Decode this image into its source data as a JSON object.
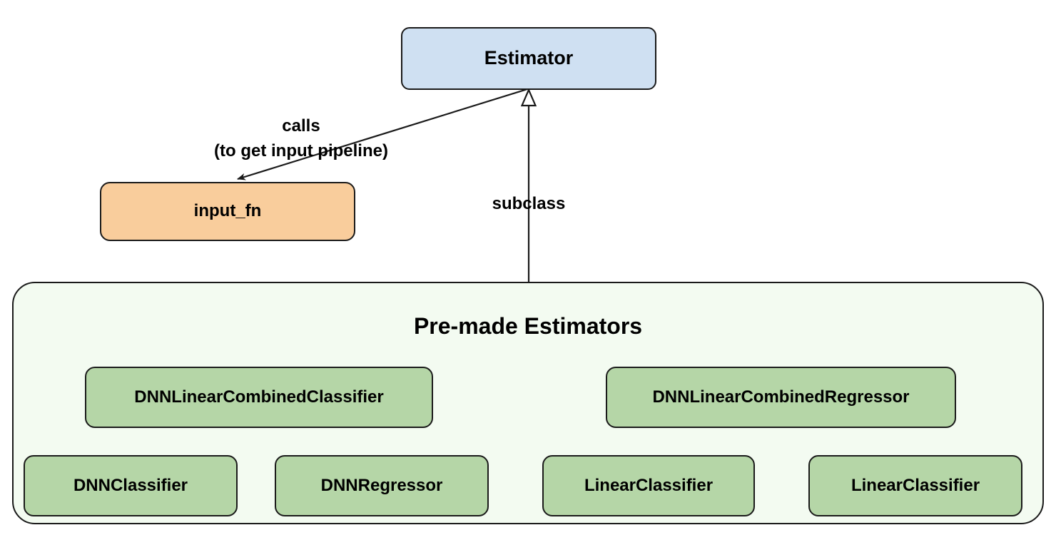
{
  "diagram": {
    "title_node": {
      "label": "Estimator",
      "fill": "#cfe0f2",
      "stroke": "#1a1a1a"
    },
    "input_node": {
      "label": "input_fn",
      "fill": "#f9cd9c",
      "stroke": "#1a1a1a"
    },
    "edges": [
      {
        "id": "calls",
        "from": "Estimator",
        "to": "input_fn",
        "label_line_1": "calls",
        "label_line_2": "(to get input pipeline)",
        "arrow_style": "solid-filled"
      },
      {
        "id": "subclass",
        "from": "Pre-made Estimators",
        "to": "Estimator",
        "label": "subclass",
        "arrow_style": "hollow-triangle"
      }
    ],
    "container": {
      "title": "Pre-made Estimators",
      "fill": "#f3fbf1",
      "stroke": "#1a1a1a",
      "node_fill": "#b5d6a7",
      "row_1": [
        {
          "label": "DNNLinearCombinedClassifier"
        },
        {
          "label": "DNNLinearCombinedRegressor"
        }
      ],
      "row_2": [
        {
          "label": "DNNClassifier"
        },
        {
          "label": "DNNRegressor"
        },
        {
          "label": "LinearClassifier"
        },
        {
          "label": "LinearClassifier"
        }
      ]
    }
  }
}
